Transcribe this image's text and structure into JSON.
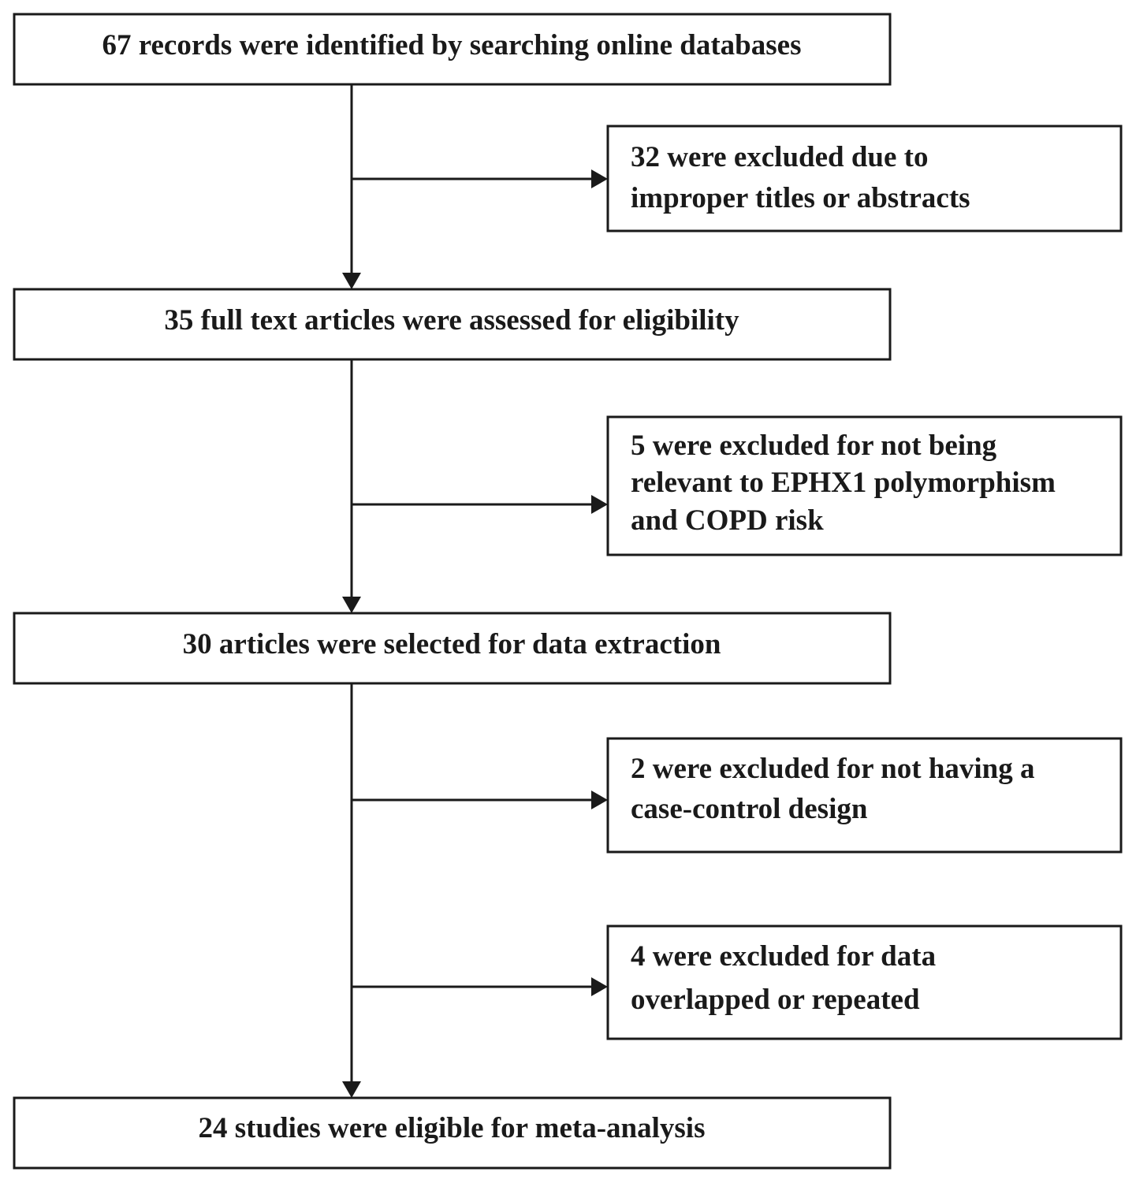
{
  "flowchart": {
    "main_boxes": [
      {
        "id": "identified",
        "lines": [
          "67 records were identified by searching online databases"
        ]
      },
      {
        "id": "assessed",
        "lines": [
          "35 full text articles were assessed for eligibility"
        ]
      },
      {
        "id": "selected",
        "lines": [
          "30 articles were selected for data extraction"
        ]
      },
      {
        "id": "eligible",
        "lines": [
          "24 studies were eligible for meta-analysis"
        ]
      }
    ],
    "exclusion_boxes": [
      {
        "id": "excl-titles",
        "lines": [
          "32 were excluded due to",
          "improper titles or abstracts"
        ]
      },
      {
        "id": "excl-relevance",
        "lines": [
          "5 were excluded for not being",
          "relevant to EPHX1 polymorphism",
          "and COPD risk"
        ]
      },
      {
        "id": "excl-design",
        "lines": [
          "2 were excluded for not having a",
          "case-control design"
        ]
      },
      {
        "id": "excl-overlap",
        "lines": [
          "4 were excluded for data",
          "overlapped or repeated"
        ]
      }
    ]
  }
}
